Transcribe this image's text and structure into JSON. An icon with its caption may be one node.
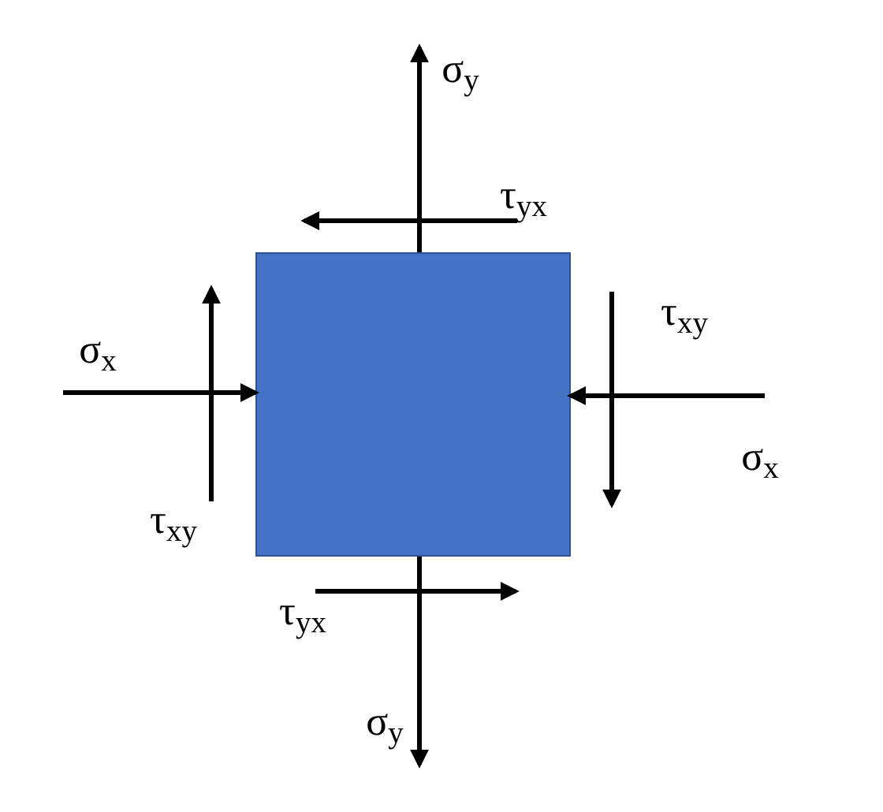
{
  "diagram": {
    "nodes": [
      {
        "text": [],
        "shape": "box"
      }
    ],
    "labels": [
      "σ$_{y}$",
      "τ$_{yx}$",
      "τ$_{xy}$",
      "σ$_{x}$",
      "σ$_{x}$",
      "τ$_{xy}$",
      "τ$_{yx}$",
      "σ$_{y}$"
    ]
  }
}
